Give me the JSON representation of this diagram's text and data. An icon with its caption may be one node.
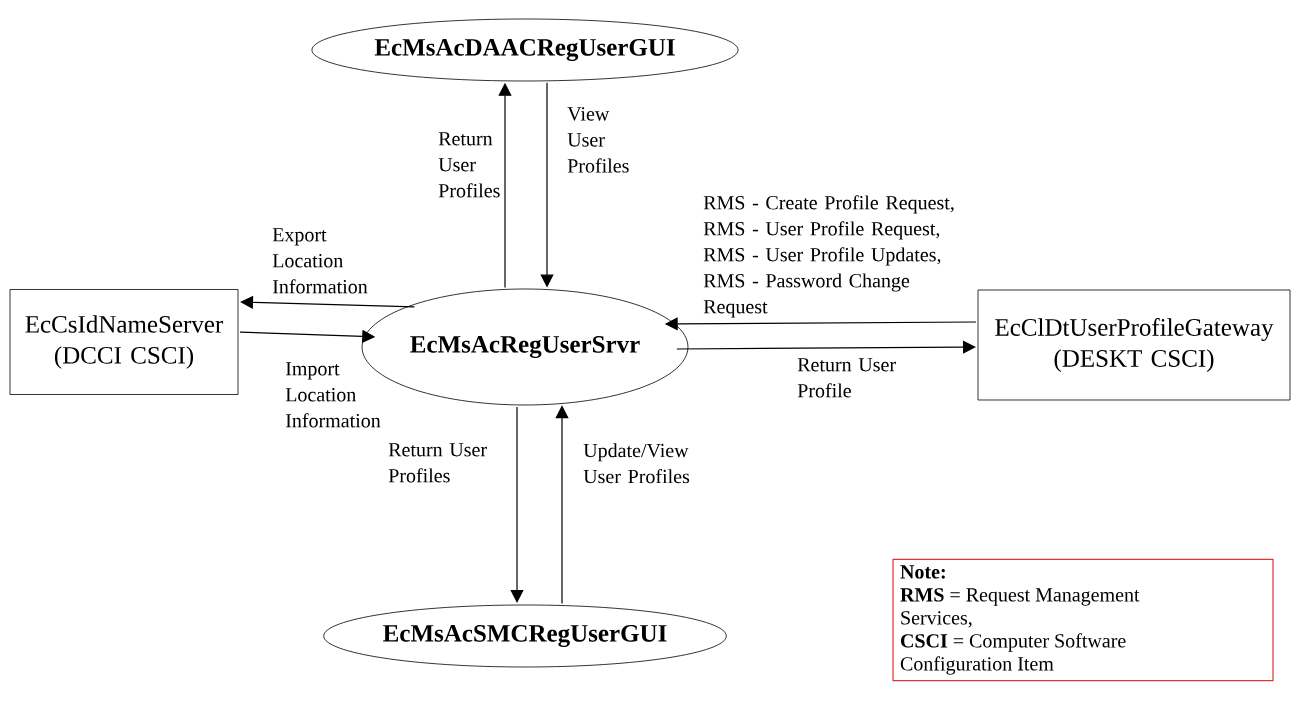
{
  "diagram": {
    "nodes": [
      {
        "text": [
          "EcMsAcDAACRegUserGUI"
        ]
      },
      {
        "text": [
          "EcCsIdNameServer (DCCI CSCI)"
        ]
      },
      {
        "text": [
          "EcMsAcRegUserSrvr"
        ]
      },
      {
        "text": [
          "EcClDtUserProfileGateway (DESKT CSCI)"
        ]
      },
      {
        "text": [
          "EcMsAcSMCRegUserGUI"
        ]
      },
      {
        "text": [
          "Note:",
          "**RMS** = Request Management Services,",
          "**CSCI** = Computer Software Configuration Item"
        ]
      }
    ],
    "edges": [
      {
        "from": 2,
        "to": 0,
        "arrow": "to",
        "label": "Return User Profiles"
      },
      {
        "from": 0,
        "to": 2,
        "arrow": "to",
        "label": "View User Profiles"
      },
      {
        "from": 2,
        "to": 1,
        "arrow": "to",
        "label": "Export Location Information"
      },
      {
        "from": 1,
        "to": 2,
        "arrow": "to",
        "label": "Import Location Information"
      },
      {
        "from": 3,
        "to": 2,
        "arrow": "to",
        "label": "RMS - Create Profile Request, RMS - User Profile Request, RMS - User Profile Updates, RMS - Password Change Request"
      },
      {
        "from": 2,
        "to": 3,
        "arrow": "to",
        "label": "Return User Profile"
      },
      {
        "from": 2,
        "to": 4,
        "arrow": "to",
        "label": "Return User Profiles"
      },
      {
        "from": 4,
        "to": 2,
        "arrow": "to",
        "label": "Update/View User Profiles"
      }
    ]
  }
}
